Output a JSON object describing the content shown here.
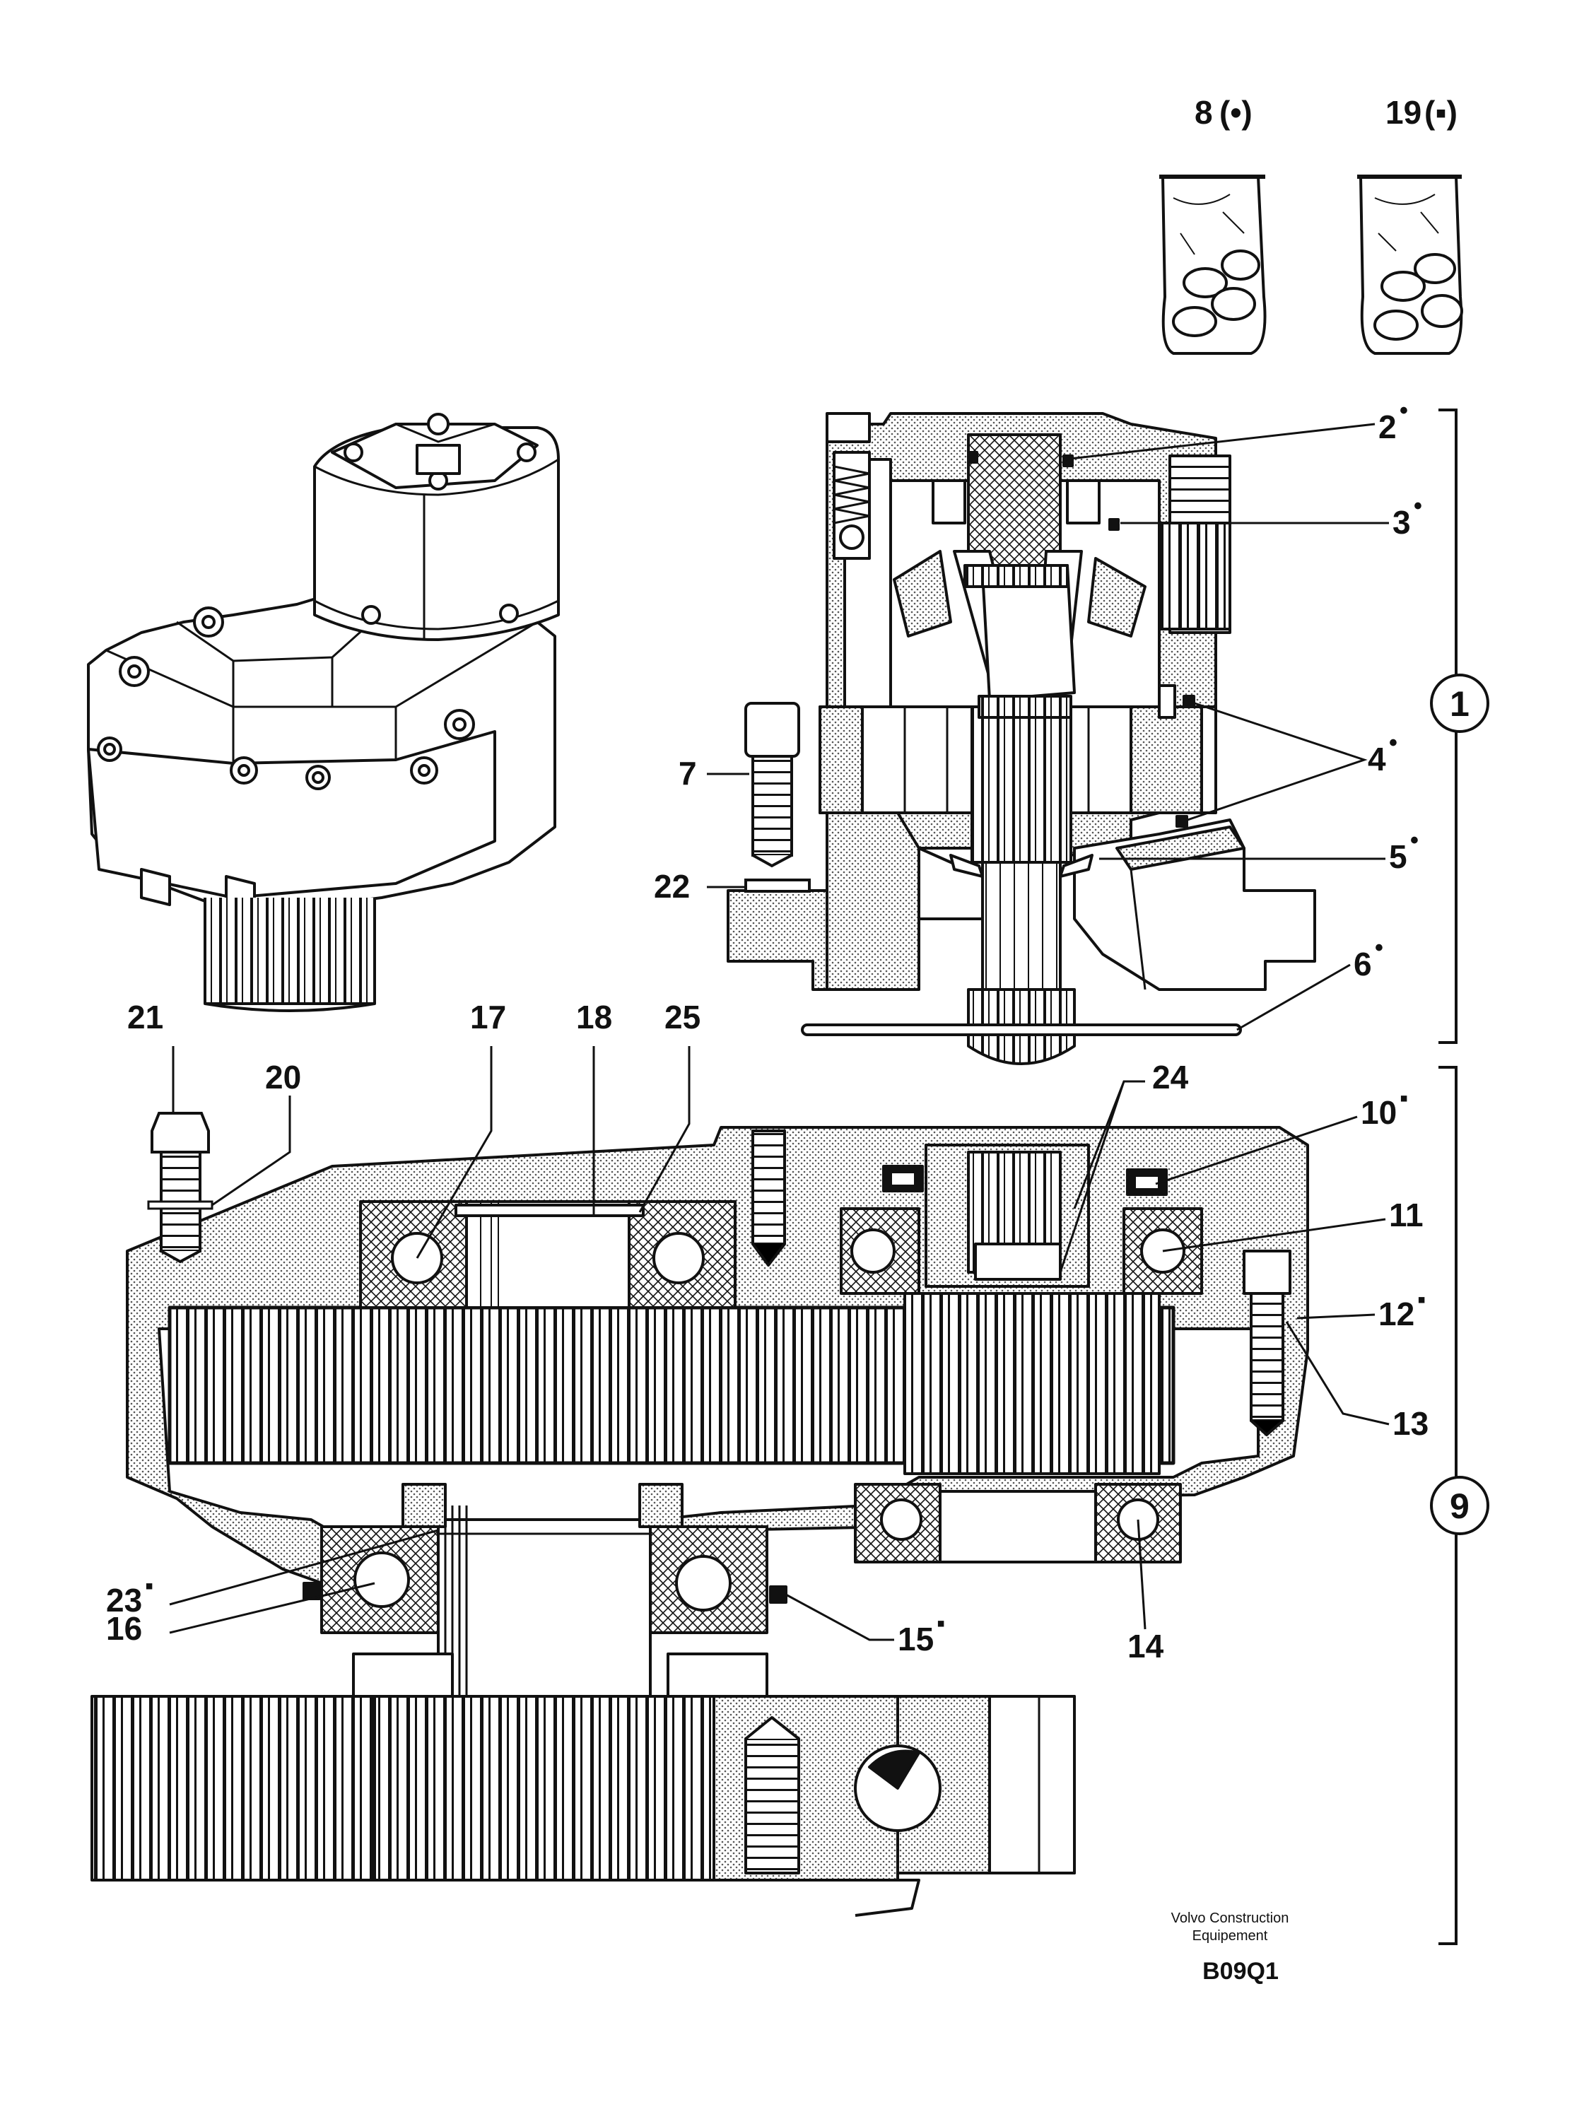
{
  "labels": {
    "l8": "8",
    "l8_mark": "(•)",
    "l19": "19",
    "l19_mark": "(▪)",
    "l2": "2",
    "l3": "3",
    "l4": "4",
    "l5": "5",
    "l6": "6",
    "l7": "7",
    "l22": "22",
    "l1": "1",
    "l9": "9",
    "l21": "21",
    "l20": "20",
    "l17": "17",
    "l18": "18",
    "l25": "25",
    "l24": "24",
    "l10": "10",
    "l11": "11",
    "l12": "12",
    "l13": "13",
    "l14": "14",
    "l15": "15",
    "l16": "16",
    "l23": "23"
  },
  "marks": {
    "dot": "•",
    "square": "▪"
  },
  "footer": {
    "brand_line1": "Volvo Construction",
    "brand_line2": "Equipement",
    "code": "B09Q1"
  },
  "colors": {
    "line": "#111111",
    "stipple": "#bdbdbd",
    "white": "#ffffff"
  }
}
